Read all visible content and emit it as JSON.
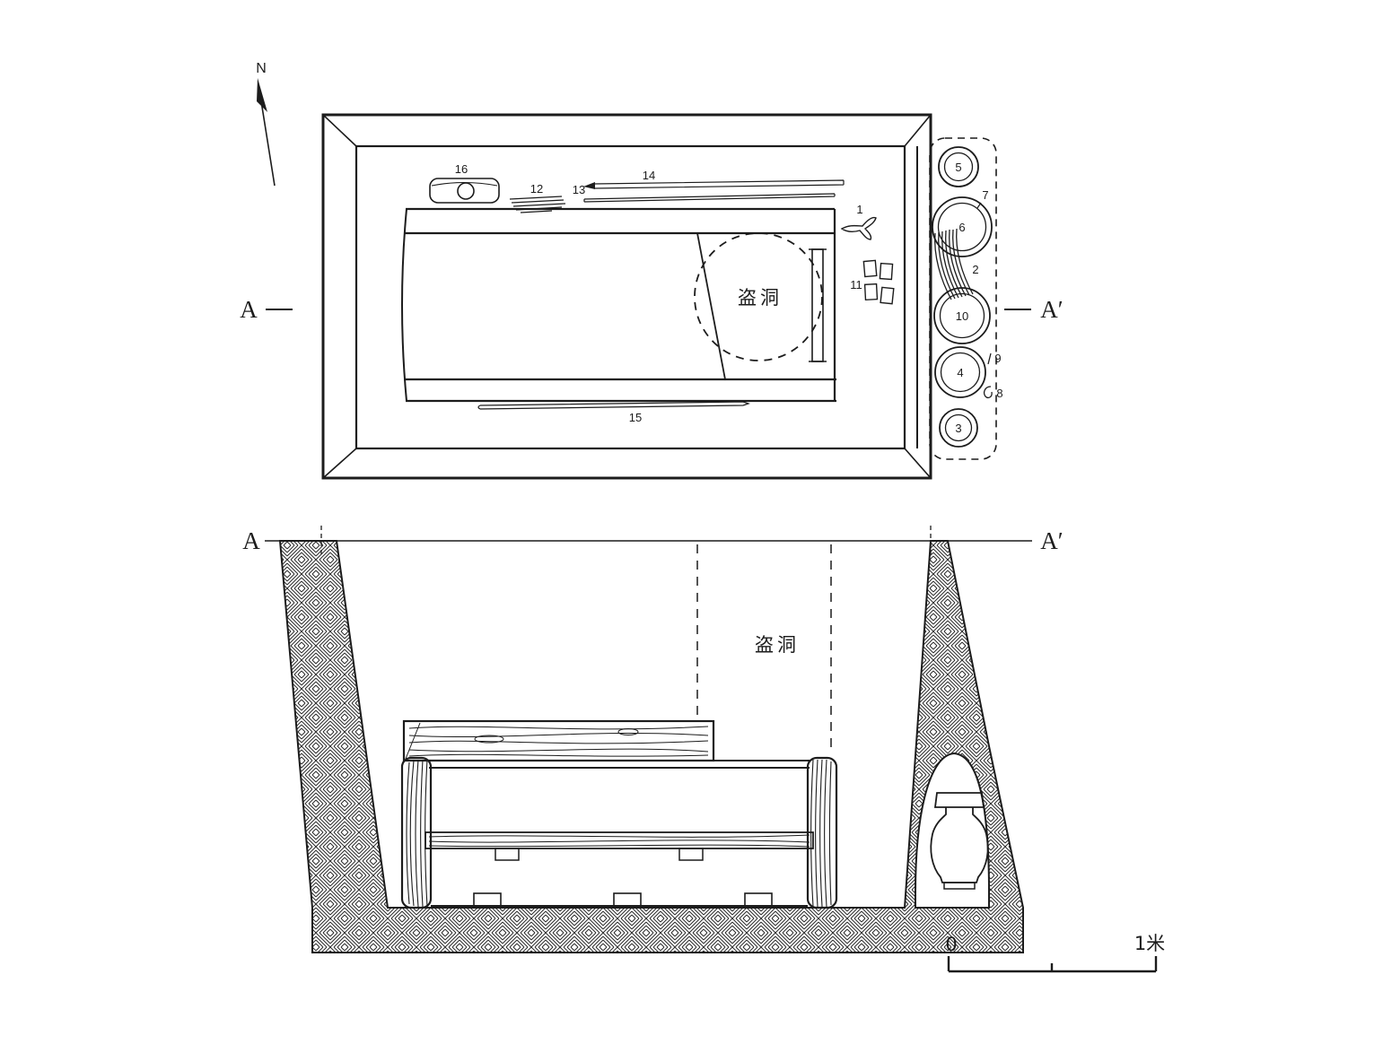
{
  "diagram": {
    "compass_label": "N",
    "plan": {
      "section_left": "A",
      "section_right": "A′",
      "looter_hole": "盗洞"
    },
    "section": {
      "section_left": "A",
      "section_right": "A′",
      "looter_hole": "盗洞"
    },
    "labels": {
      "l1": "1",
      "l2": "2",
      "l3": "3",
      "l4": "4",
      "l5": "5",
      "l6": "6",
      "l7": "7",
      "l8": "8",
      "l9": "9",
      "l10": "10",
      "l11": "11",
      "l12": "12",
      "l13": "13",
      "l14": "14",
      "l15": "15",
      "l16": "16"
    },
    "scale": {
      "zero": "0",
      "unit": "1米"
    },
    "colors": {
      "ink": "#1c1c1c",
      "background": "#ffffff"
    }
  }
}
